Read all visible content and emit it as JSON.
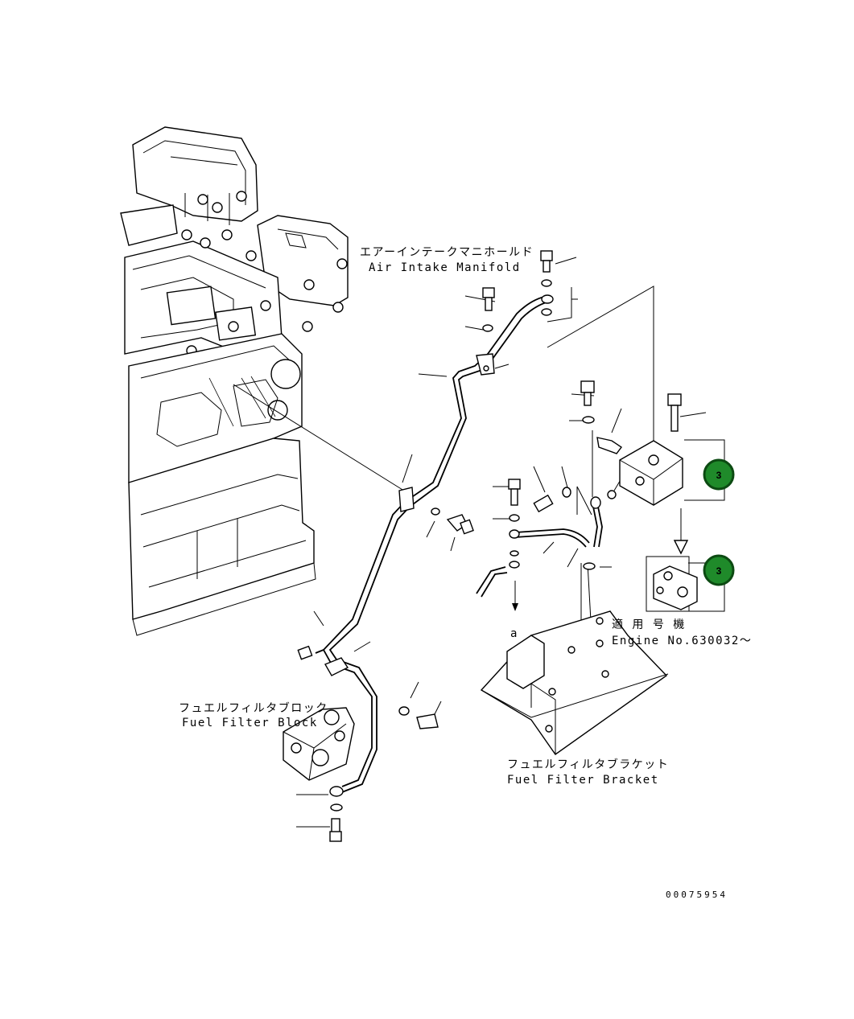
{
  "labels": {
    "air_intake_jp": "エアーインテークマニホールド",
    "air_intake_en": "Air Intake Manifold",
    "fuel_block_jp": "フュエルフィルタブロック",
    "fuel_block_en": "Fuel Filter Block",
    "fuel_bracket_jp": "フュエルフィルタブラケット",
    "fuel_bracket_en": "Fuel Filter Bracket",
    "applicable_jp": "適 用 号 機",
    "applicable_en": "Engine No.630032～",
    "arrow_ref": "a",
    "drawing_number": "00075954"
  },
  "callouts": [
    {
      "number": "3",
      "color": "#1f8a2a",
      "border": "#0c4a12"
    },
    {
      "number": "3",
      "color": "#1f8a2a",
      "border": "#0c4a12"
    }
  ]
}
